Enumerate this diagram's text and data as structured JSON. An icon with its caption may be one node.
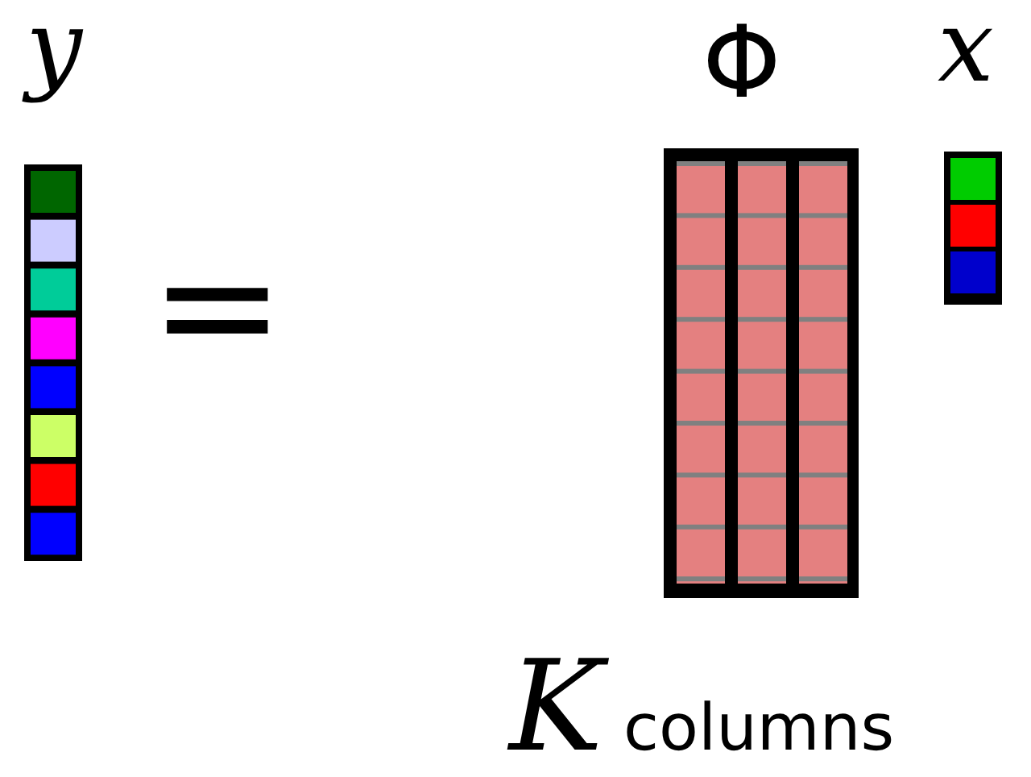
{
  "diagram": {
    "labels": [
      "y",
      "=",
      "Φ",
      "x",
      "*K* columns"
    ]
  }
}
